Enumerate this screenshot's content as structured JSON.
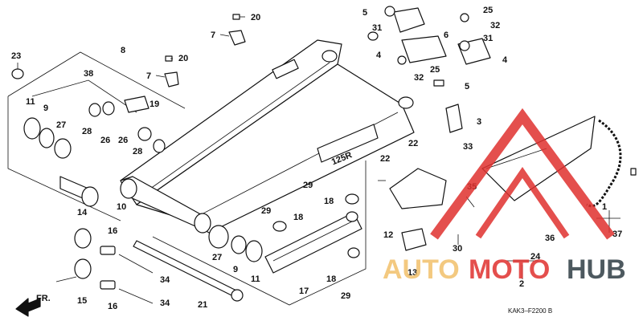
{
  "diagram": {
    "code": "KAK3–F2200 B",
    "arm_text": "125R",
    "direction_label": "FR.",
    "colors": {
      "line": "#111111",
      "watermark_red": "#e0312f",
      "watermark_gold": "#f2c06b",
      "watermark_gray": "#2f3d44"
    },
    "part_numbers": [
      "1",
      "2",
      "3",
      "4",
      "5",
      "6",
      "7",
      "8",
      "9",
      "10",
      "11",
      "12",
      "13",
      "14",
      "15",
      "16",
      "17",
      "18",
      "19",
      "20",
      "21",
      "22",
      "23",
      "24",
      "25",
      "26",
      "27",
      "28",
      "29",
      "30",
      "31",
      "32",
      "33",
      "34",
      "35",
      "36",
      "37",
      "38"
    ],
    "callouts": [
      "20",
      "7",
      "20",
      "7",
      "23",
      "8",
      "38",
      "19",
      "11",
      "9",
      "27",
      "28",
      "26",
      "26",
      "28",
      "10",
      "14",
      "15",
      "16",
      "16",
      "34",
      "34",
      "21",
      "27",
      "9",
      "11",
      "17",
      "18",
      "29",
      "29",
      "18",
      "29",
      "18",
      "5",
      "31",
      "4",
      "32",
      "25",
      "6",
      "25",
      "32",
      "31",
      "4",
      "5",
      "3",
      "33",
      "22",
      "22",
      "12",
      "13",
      "30",
      "35",
      "24",
      "2",
      "36",
      "1",
      "37"
    ]
  },
  "watermark": {
    "part1": "AUTO",
    "part2": "MOTO",
    "part3": "HUB"
  }
}
